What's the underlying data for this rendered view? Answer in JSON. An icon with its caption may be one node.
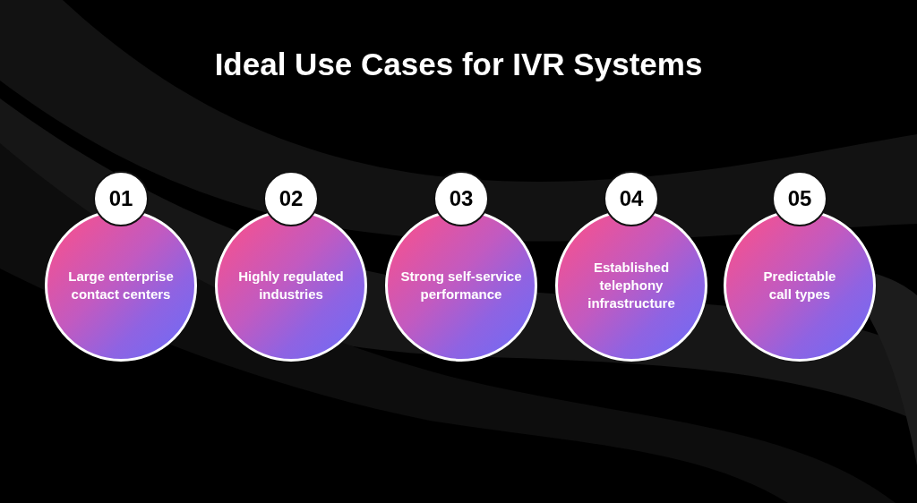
{
  "diagram": {
    "title": "Ideal Use Cases for IVR Systems",
    "nodes": [
      {
        "text": [
          "01"
        ]
      },
      {
        "text": [
          "Large enterprise contact centers"
        ]
      },
      {
        "text": [
          "02"
        ]
      },
      {
        "text": [
          "Highly regulated industries"
        ]
      },
      {
        "text": [
          "03"
        ]
      },
      {
        "text": [
          "Strong self-service performance"
        ]
      },
      {
        "text": [
          "04"
        ]
      },
      {
        "text": [
          "Established telephony infrastructure"
        ]
      },
      {
        "text": [
          "05"
        ]
      },
      {
        "text": [
          "Predictable call types"
        ]
      }
    ]
  }
}
